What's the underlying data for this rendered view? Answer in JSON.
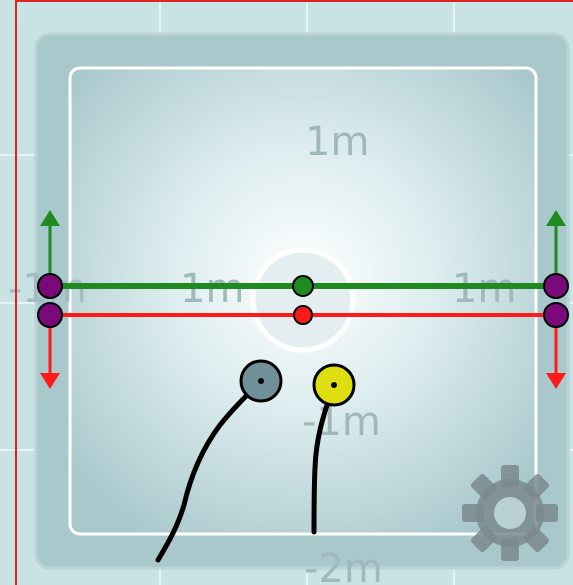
{
  "scale_labels": {
    "top": "1m",
    "left_edge": "-1m",
    "left_inner": "1m",
    "right_inner": "1m",
    "lower_center": "-1m",
    "bottom_center": "-2m"
  },
  "icons": {
    "settings": "gear-icon",
    "up_arrow": "arrow-up-icon",
    "down_arrow": "arrow-down-icon"
  },
  "colors": {
    "frame_border": "#dd2222",
    "field_bg": "#c4dfe0",
    "green_line": "#1f8a1f",
    "red_line": "#ff1a1a",
    "purple_handle": "#7a0a7a",
    "blue_grey_marker": "#6f8f99",
    "yellow_marker": "#dede10",
    "gear": "#7a8a8e",
    "trail": "#000000"
  }
}
